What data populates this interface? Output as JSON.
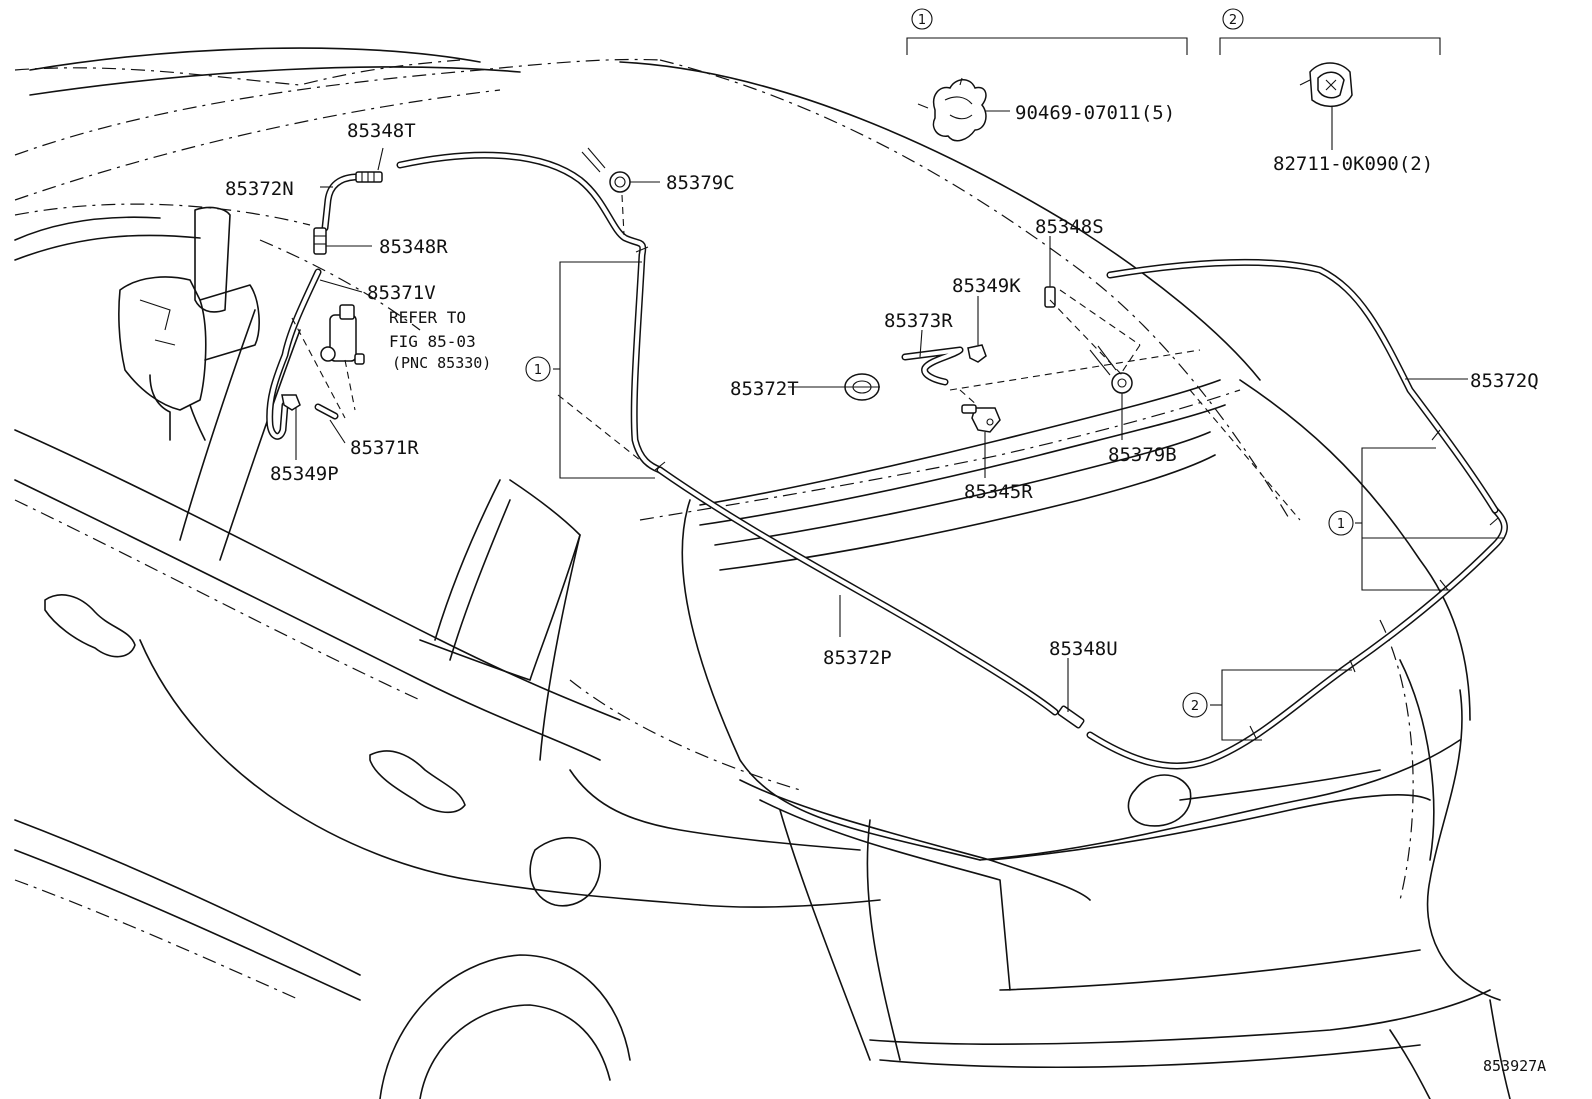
{
  "diagram_ref": "853927A",
  "legend": [
    {
      "num": "1",
      "part": "90469-07011(5)"
    },
    {
      "num": "2",
      "part": "82711-0K090(2)"
    }
  ],
  "callouts": {
    "c1": "85348T",
    "c2": "85372N",
    "c3": "85348R",
    "c4": "85371V",
    "c5": "85371R",
    "c6": "85349P",
    "c7": "85379C",
    "c8": "85372T",
    "c9": "85373R",
    "c10": "85349K",
    "c11": "85345R",
    "c12": "85348S",
    "c13": "85379B",
    "c14": "85372Q",
    "c15": "85372P",
    "c16": "85348U"
  },
  "refer_note": {
    "line1": "REFER TO",
    "line2": "FIG 85-03",
    "line3": "(PNC 85330)"
  },
  "markers": {
    "m1": "1",
    "m2": "1",
    "m3": "2"
  }
}
